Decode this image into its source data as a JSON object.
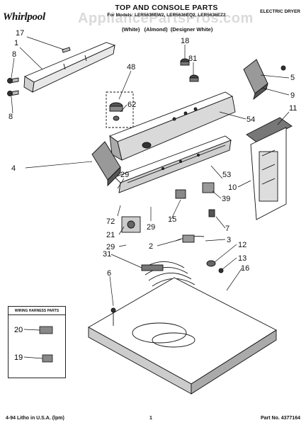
{
  "header": {
    "brand": "Whirlpool",
    "title": "TOP AND CONSOLE PARTS",
    "models": "For Models: LER5636EW2, LER5636EQ2, LER5636EZ2",
    "colors": "(White)   (Almond)  (Designer White)",
    "right_label": "ELECTRIC DRYER"
  },
  "watermark": "AppliancePartsPros.com",
  "wiring_box": {
    "title": "WIRING HARNESS PARTS",
    "parts": [
      "20",
      "19"
    ]
  },
  "callouts": [
    "17",
    "1",
    "8",
    "8",
    "18",
    "48",
    "81",
    "5",
    "9",
    "62",
    "54",
    "11",
    "4",
    "29",
    "53",
    "10",
    "39",
    "72",
    "15",
    "29",
    "7",
    "21",
    "29",
    "2",
    "3",
    "31",
    "12",
    "13",
    "6",
    "16"
  ],
  "footer": {
    "left": "4-94 Litho in U.S.A. (lpm)",
    "center": "1",
    "right": "Part No. 4377164"
  },
  "colors": {
    "ink": "#111111",
    "paper": "#ffffff",
    "watermark": "#969696"
  }
}
